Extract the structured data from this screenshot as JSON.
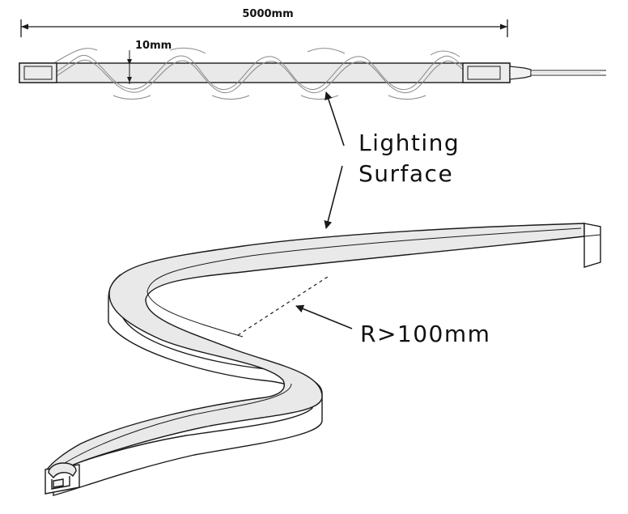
{
  "dimensions": {
    "length": "5000mm",
    "width": "10mm"
  },
  "callouts": {
    "lighting_surface_line1": "Lighting",
    "lighting_surface_line2": "Surface",
    "bend_radius": "R>100mm"
  },
  "colors": {
    "stroke": "#1a1a1a",
    "tube_fill": "#e9e9e9",
    "cable": "#555555"
  }
}
